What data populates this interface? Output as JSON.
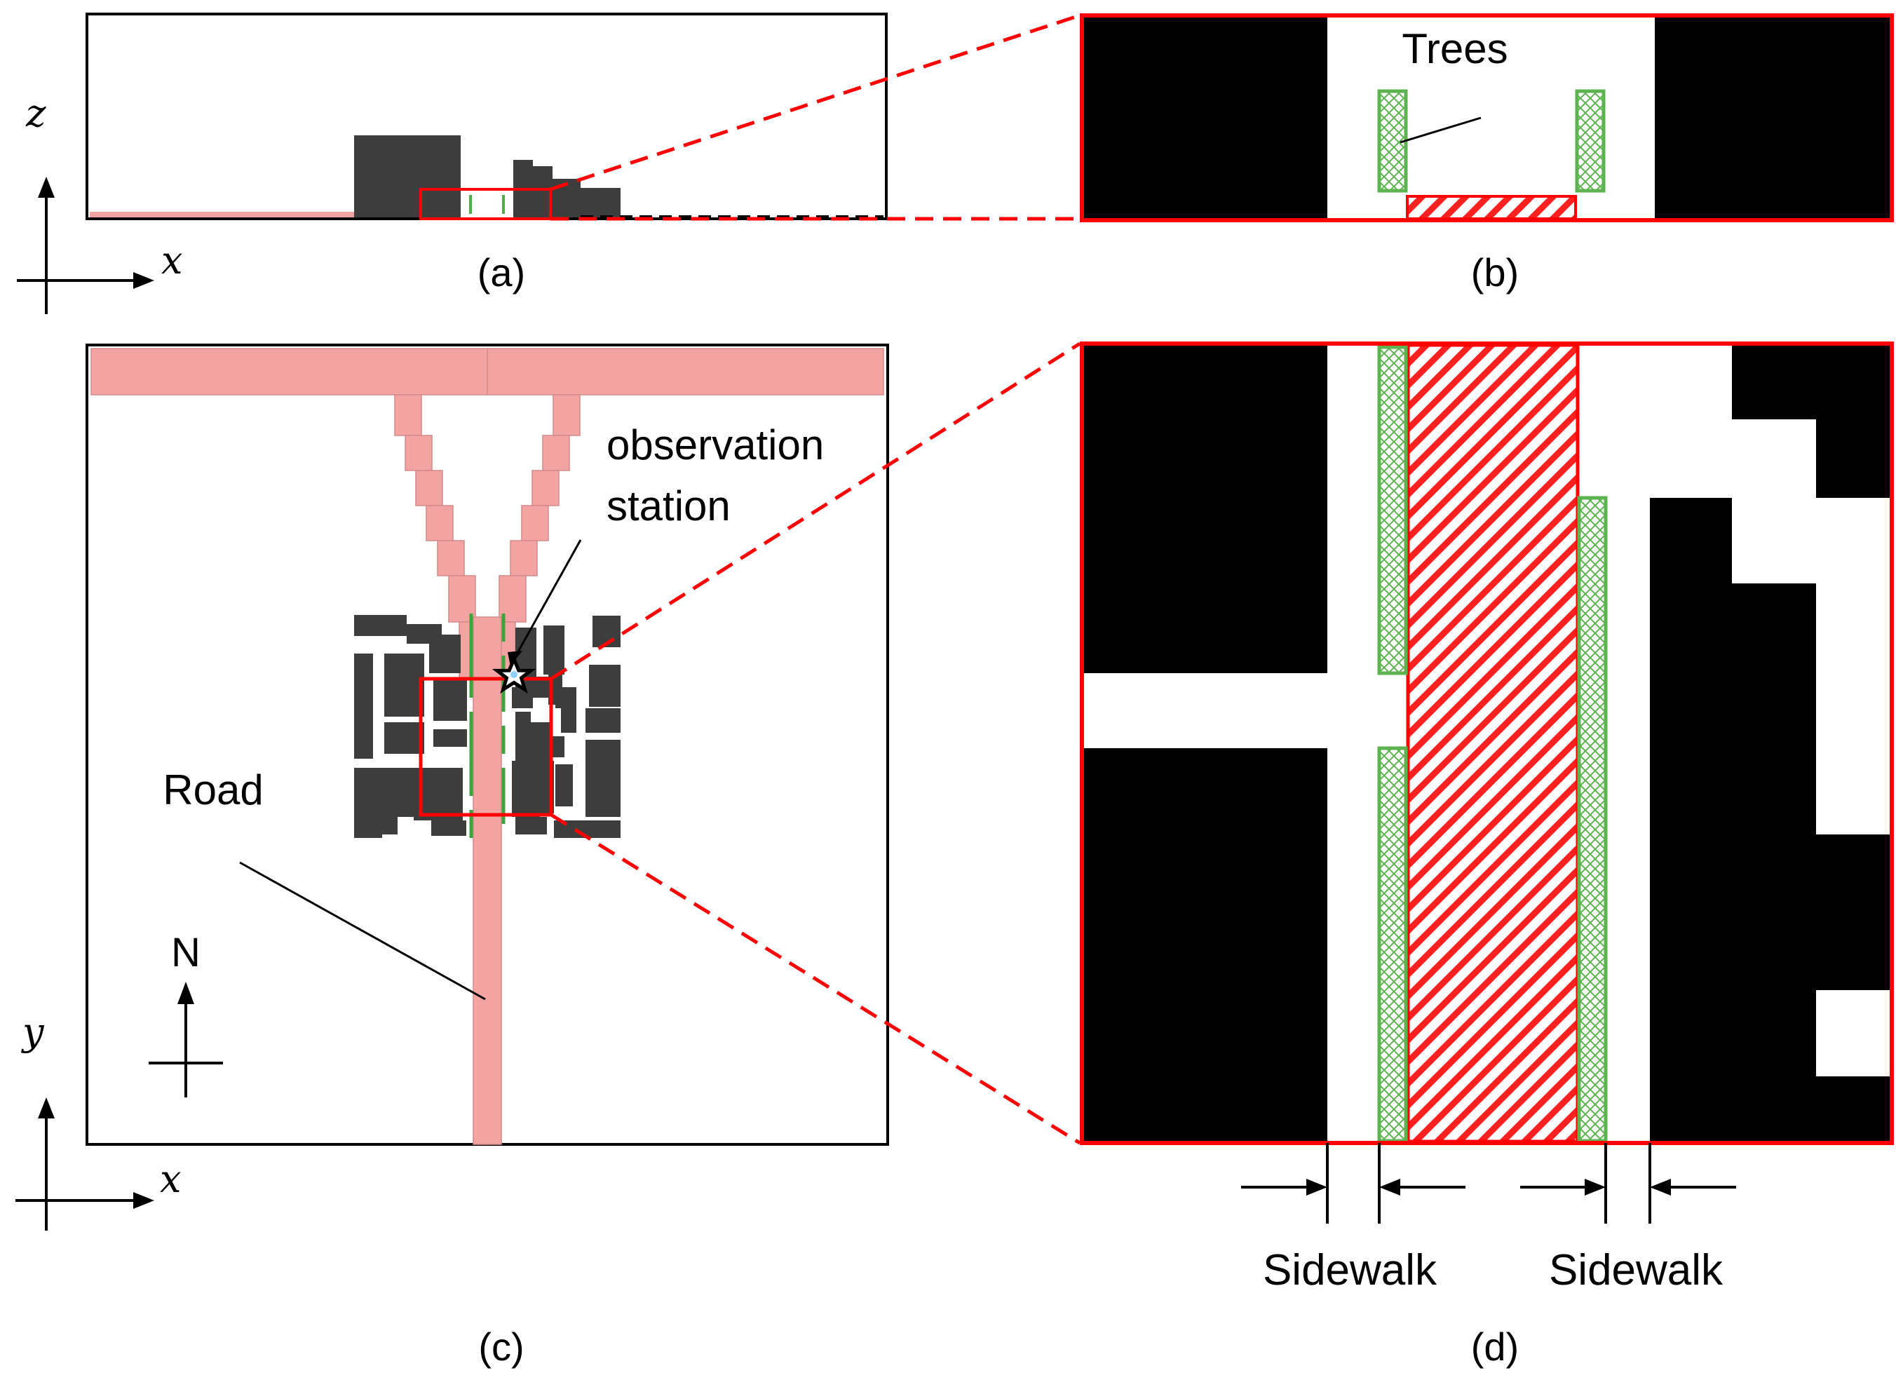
{
  "panels": {
    "a": {
      "caption": "(a)",
      "vertical_axis": "z",
      "horizontal_axis": "x"
    },
    "b": {
      "caption": "(b)",
      "trees_label": "Trees"
    },
    "c": {
      "caption": "(c)",
      "road_label": "Road",
      "station_label_line1": "observation",
      "station_label_line2": "station",
      "north_label": "N",
      "vertical_axis": "y",
      "horizontal_axis": "x"
    },
    "d": {
      "caption": "(d)",
      "sidewalk_left": "Sidewalk",
      "sidewalk_right": "Sidewalk"
    }
  },
  "colors": {
    "building": "#3d3d3d",
    "building_detail": "#000000",
    "road": "#f4a3a3",
    "road_hatch": "#ff2020",
    "trees": "#5cb34f",
    "highlight": "#ff0000"
  }
}
